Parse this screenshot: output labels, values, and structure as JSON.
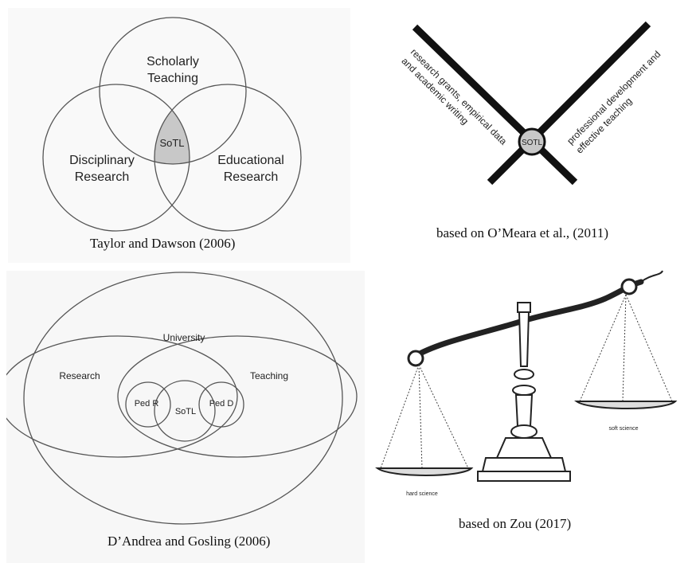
{
  "panel1": {
    "circle_top": [
      "Scholarly",
      "Teaching"
    ],
    "circle_left": [
      "Disciplinary",
      "Research"
    ],
    "circle_right": [
      "Educational",
      "Research"
    ],
    "center": "SoTL",
    "caption": "Taylor and Dawson (2006)"
  },
  "panel2": {
    "left_arm": [
      "research grants, empirical data",
      "and academic writing"
    ],
    "right_arm": [
      "professional development and",
      "effective teaching"
    ],
    "center": "SOTL",
    "caption": "based on O’Meara et al., (2011)"
  },
  "panel3": {
    "outer": "University",
    "left": "Research",
    "right": "Teaching",
    "ped_r": "Ped R",
    "center": "SoTL",
    "ped_d": "Ped D",
    "caption": "D’Andrea and Gosling (2006)"
  },
  "panel4": {
    "left_pan": "hard science",
    "right_pan": "soft science",
    "caption": "based on Zou (2017)"
  },
  "colors": {
    "shade": "#c8c8c8",
    "line": "#555555",
    "panel_bg": "#f7f7f7"
  }
}
